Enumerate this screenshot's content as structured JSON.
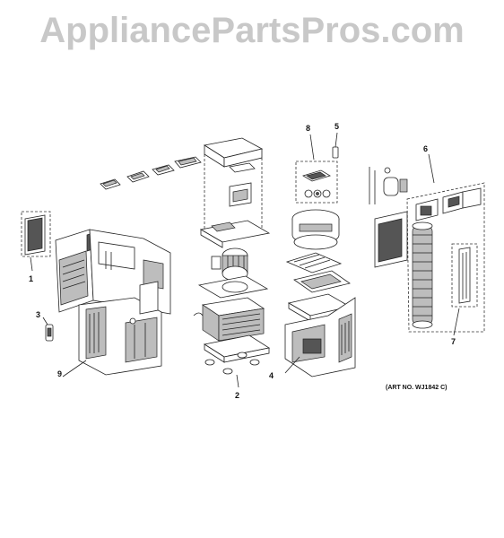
{
  "watermark": "AppliancePartsPros.com",
  "art_number": "(ART NO. WJ1842 C)",
  "callouts": {
    "c1": "1",
    "c2": "2",
    "c3": "3",
    "c4": "4",
    "c5": "5",
    "c6": "6",
    "c7": "7",
    "c8": "8",
    "c9": "9"
  }
}
